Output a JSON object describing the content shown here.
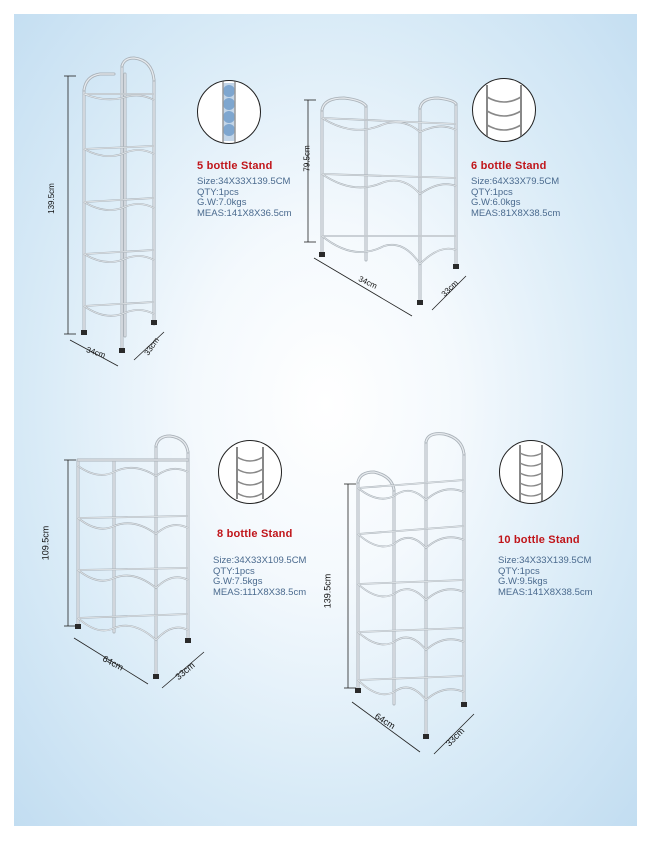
{
  "products": [
    {
      "title": "5 bottle Stand",
      "specs": [
        "Size:34X33X139.5CM",
        "QTY:1pcs",
        "G.W:7.0kgs",
        "MEAS:141X8X36.5cm"
      ],
      "dims": {
        "height": "139.5cm",
        "width": "34cm",
        "depth": "33cm"
      }
    },
    {
      "title": "6 bottle Stand",
      "specs": [
        "Size:64X33X79.5CM",
        "QTY:1pcs",
        "G.W:6.0kgs",
        "MEAS:81X8X38.5cm"
      ],
      "dims": {
        "height": "79.5cm",
        "width": "34cm",
        "depth": "33cm"
      }
    },
    {
      "title": "8 bottle Stand",
      "specs": [
        "Size:34X33X109.5CM",
        "QTY:1pcs",
        "G.W:7.5kgs",
        "MEAS:111X8X38.5cm"
      ],
      "dims": {
        "height": "109.5cm",
        "width": "64cm",
        "depth": "33cm"
      }
    },
    {
      "title": "10 bottle Stand",
      "specs": [
        "Size:34X33X139.5CM",
        "QTY:1pcs",
        "G.W:9.5kgs",
        "MEAS:141X8X38.5cm"
      ],
      "dims": {
        "height": "139.5cm",
        "width": "64cm",
        "depth": "33cm"
      }
    }
  ],
  "colors": {
    "title": "#c0151a",
    "specs": "#4a6a8e",
    "frame": "#aab2b9"
  },
  "icons": [
    "rack-photo",
    "bottle-detail-icon",
    "dimension-arrows"
  ]
}
